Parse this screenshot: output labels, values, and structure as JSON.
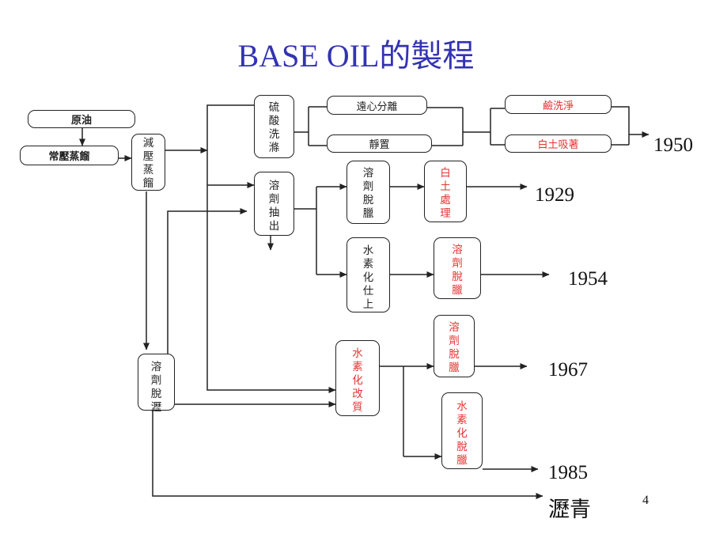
{
  "title": "BASE OIL的製程",
  "nodes": {
    "crude_oil": "原油",
    "atmospheric_distillation": "常壓蒸餾",
    "vacuum_distillation": "減壓蒸餾",
    "sulfuric_acid_wash": "硫酸洗滌",
    "centrifugal_separation": "遠心分離",
    "settling": "靜置",
    "alkali_wash": "鹼洗淨",
    "clay_adsorption": "白土吸著",
    "solvent_extraction": "溶劑抽出",
    "solvent_dewax_1929": "溶劑脫臘",
    "clay_treatment": "白土處理",
    "hydrofinishing": "水素化仕上",
    "solvent_dewax_1954": "溶劑脫臘",
    "solvent_deasphalt": "溶劑脫瀝",
    "hydrocracking": "水素化改質",
    "solvent_dewax_1967": "溶劑脫臘",
    "hydrodewax": "水素化脫臘"
  },
  "outputs": {
    "y1950": "1950",
    "y1929": "1929",
    "y1954": "1954",
    "y1967": "1967",
    "y1985": "1985",
    "asphalt": "瀝青"
  },
  "page_number": "4",
  "colors": {
    "title": "#3333b3",
    "highlight_text": "#e63232",
    "line": "#222222"
  }
}
